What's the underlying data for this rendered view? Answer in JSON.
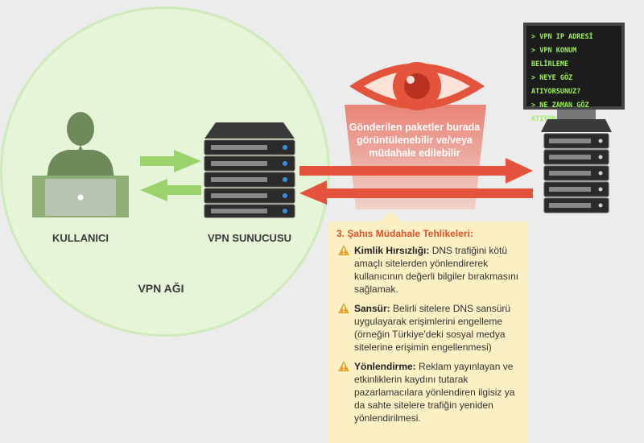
{
  "diagram": {
    "network_label": "VPN AĞI",
    "user_label": "KULLANICI",
    "server_label": "VPN SUNUCUSU",
    "beam_text": [
      "Gönderilen paketler burada",
      "görüntülenebilir ve/veya",
      "müdahale edilebilir"
    ],
    "terminal_lines": [
      "> VPN IP ADRESİ",
      "> VPN KONUM BELİRLEME",
      "> NEYE GÖZ ATIYORSUNUZ?",
      "> NE ZAMAN GÖZ",
      "ATIYORSUNUZ?"
    ],
    "panel": {
      "title": "3. Şahıs Müdahale Tehlikeleri:",
      "items": [
        {
          "term": "Kimlik Hırsızlığı:",
          "text": " DNS trafiğini kötü amaçlı sitelerden yönlendirerek kullanıcının değerli bilgiler bırakmasını sağlamak."
        },
        {
          "term": "Sansür:",
          "text": " Belirli sitelere DNS sansürü uygulayarak erişimlerini engelleme (örneğin Türkiye'deki sosyal medya sitelerine erişimin engellenmesi)"
        },
        {
          "term": "Yönlendirme:",
          "text": " Reklam yayınlayan ve etkinliklerin kaydını tutarak pazarlamacılara yönlendiren ilgisiz ya da sahte sitelere trafiğin yeniden yönlendirilmesi."
        }
      ]
    },
    "colors": {
      "green": "#9bd26b",
      "red": "#e4533c",
      "warning": "#e9a62a"
    }
  }
}
